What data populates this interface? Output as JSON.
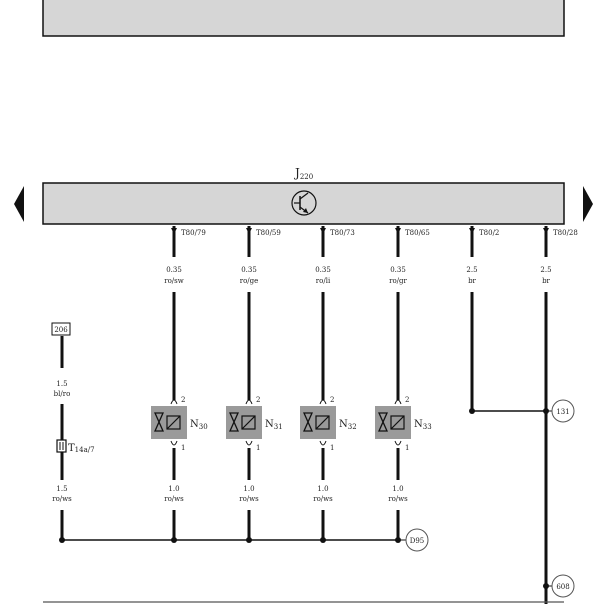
{
  "control_unit": {
    "name_main": "J",
    "name_sub": "220"
  },
  "pins": [
    {
      "label": "T80/79",
      "size": "0.35",
      "color": "ro/sw",
      "solenoid_main": "N",
      "solenoid_sub": "30",
      "lower_size": "1.0",
      "lower_color": "ro/ws"
    },
    {
      "label": "T80/59",
      "size": "0.35",
      "color": "ro/ge",
      "solenoid_main": "N",
      "solenoid_sub": "31",
      "lower_size": "1.0",
      "lower_color": "ro/ws"
    },
    {
      "label": "T80/73",
      "size": "0.35",
      "color": "ro/li",
      "solenoid_main": "N",
      "solenoid_sub": "32",
      "lower_size": "1.0",
      "lower_color": "ro/ws"
    },
    {
      "label": "T80/65",
      "size": "0.35",
      "color": "ro/gr",
      "solenoid_main": "N",
      "solenoid_sub": "33",
      "lower_size": "1.0",
      "lower_color": "ro/ws"
    },
    {
      "label": "T80/2",
      "size": "2.5",
      "color": "br"
    },
    {
      "label": "T80/28",
      "size": "2.5",
      "color": "br"
    }
  ],
  "solenoid_pins": {
    "top": "2",
    "bottom": "1"
  },
  "left_wire": {
    "ref": "206",
    "upper_size": "1.5",
    "upper_color": "bl/ro",
    "connector_main": "T",
    "connector_sub": "14a/7",
    "lower_size": "1.5",
    "lower_color": "ro/ws"
  },
  "references": {
    "ground_ref": "131",
    "d95": "D95",
    "bottom_ref": "608"
  }
}
